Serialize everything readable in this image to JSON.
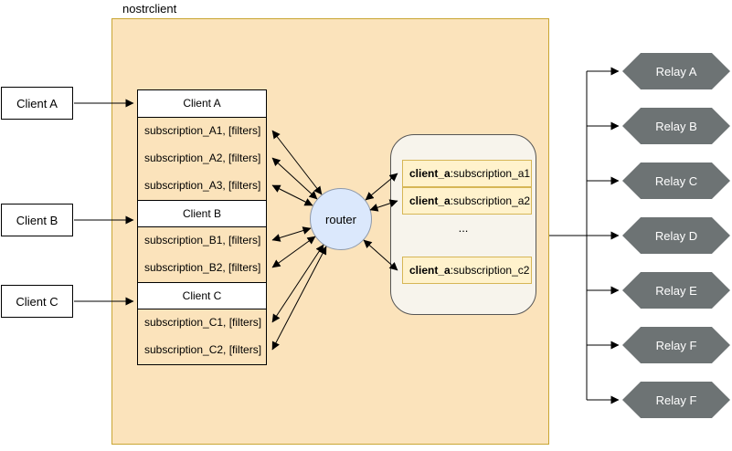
{
  "diagram": {
    "label": "nostrclient",
    "external_clients": [
      {
        "label": "Client A"
      },
      {
        "label": "Client B"
      },
      {
        "label": "Client C"
      }
    ],
    "subscription_table": {
      "groups": [
        {
          "header": "Client A",
          "rows": [
            "subscription_A1, [filters]",
            "subscription_A2, [filters]",
            "subscription_A3, [filters]"
          ]
        },
        {
          "header": "Client B",
          "rows": [
            "subscription_B1, [filters]",
            "subscription_B2, [filters]"
          ]
        },
        {
          "header": "Client C",
          "rows": [
            "subscription_C1, [filters]",
            "subscription_C2, [filters]"
          ]
        }
      ]
    },
    "router": {
      "label": "router"
    },
    "subscription_map": {
      "entries": [
        {
          "client": "client_a",
          "subscription": ":subscription_a1"
        },
        {
          "client": "client_a",
          "subscription": ":subscription_a2"
        },
        {
          "client": "client_a",
          "subscription": ":subscription_c2"
        }
      ],
      "ellipsis": "..."
    },
    "relays": [
      {
        "label": "Relay A"
      },
      {
        "label": "Relay B"
      },
      {
        "label": "Relay C"
      },
      {
        "label": "Relay D"
      },
      {
        "label": "Relay E"
      },
      {
        "label": "Relay F"
      },
      {
        "label": "Relay F"
      }
    ],
    "colors": {
      "container_fill": "#fbe3bb",
      "container_stroke": "#c9a633",
      "router_fill": "#dbe8fc",
      "router_stroke": "#8d99ab",
      "map_fill": "#f7f4ec",
      "map_stroke": "#555555",
      "entry_fill": "#fff2cc",
      "entry_stroke": "#d6b656",
      "relay_fill": "#6d7374",
      "relay_text": "#ffffff",
      "edge_color": "#000000"
    }
  }
}
